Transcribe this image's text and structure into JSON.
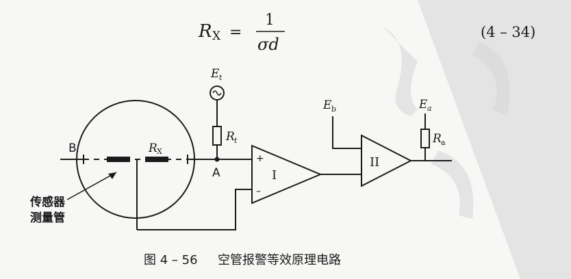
{
  "equation": {
    "lhs_symbol": "R",
    "lhs_subscript": "X",
    "equals": "=",
    "numerator": "1",
    "denominator": "σd",
    "number": "(4 – 34)"
  },
  "labels": {
    "node_b": "B",
    "node_a": "A",
    "rx_symbol": "R",
    "rx_sub": "X",
    "et_symbol": "E",
    "et_sub": "t",
    "rt_symbol": "R",
    "rt_sub": "t",
    "eb_symbol": "E",
    "eb_sub": "b",
    "ea_symbol": "E",
    "ea_sub": "a",
    "ra_symbol": "R",
    "ra_sub": "a",
    "amp1": "I",
    "amp2": "II",
    "plus": "+",
    "minus": "–",
    "sensor_line1": "传感器",
    "sensor_line2": "测量管"
  },
  "caption": {
    "figure_no": "图 4 – 56",
    "title": "空管报警等效原理电路"
  },
  "colors": {
    "ink": "#1a1a1a",
    "background": "#f7f7f5",
    "watermark": "#d6d6d6"
  }
}
